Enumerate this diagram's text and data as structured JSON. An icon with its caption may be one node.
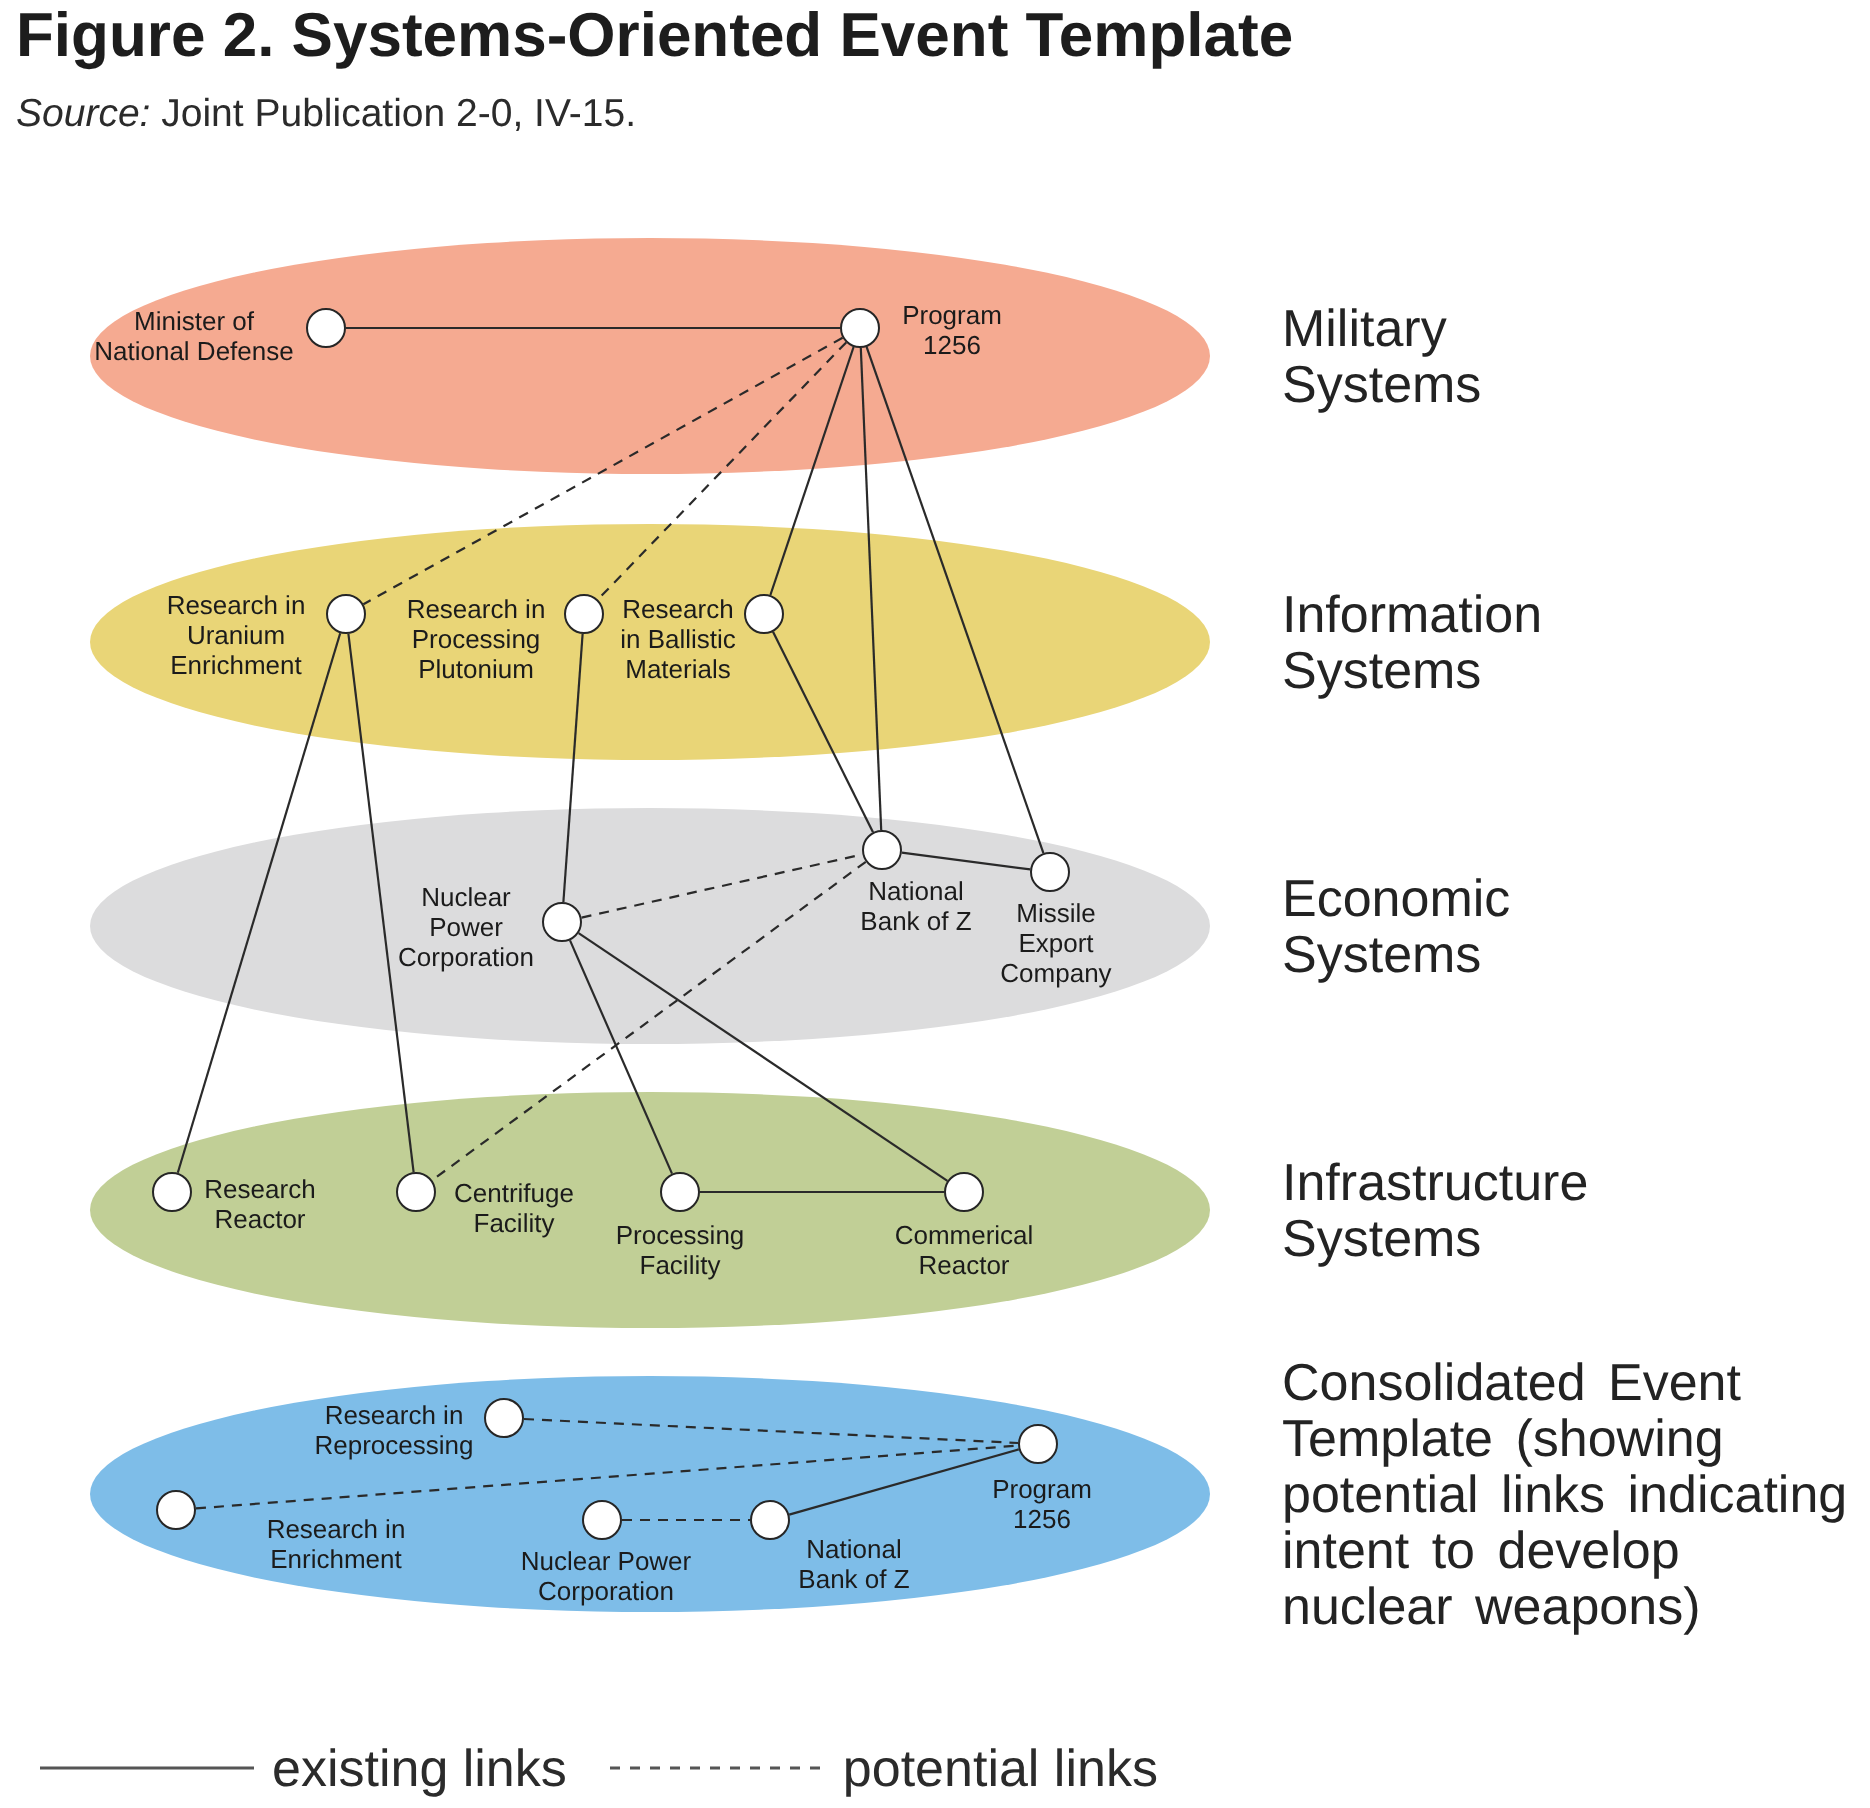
{
  "diagram": {
    "title": "Figure 2. Systems-Oriented Event Template",
    "caption": "*Source:* Joint Publication 2-0, IV-15.",
    "nodes": [
      {
        "text": [
          "Military Systems"
        ]
      },
      {
        "text": [],
        "shape": "circle",
        "beside": [
          "Minister of National Defense"
        ],
        "in": 0
      },
      {
        "text": [],
        "shape": "circle",
        "beside": [
          "Program 1256"
        ],
        "in": 0
      },
      {
        "text": [
          "Information Systems"
        ]
      },
      {
        "text": [],
        "shape": "circle",
        "beside": [
          "Research in Uranium Enrichment"
        ],
        "in": 3
      },
      {
        "text": [],
        "shape": "circle",
        "beside": [
          "Research in Processing Plutonium"
        ],
        "in": 3
      },
      {
        "text": [],
        "shape": "circle",
        "beside": [
          "Research in Ballistic Materials"
        ],
        "in": 3
      },
      {
        "text": [
          "Economic Systems"
        ]
      },
      {
        "text": [],
        "shape": "circle",
        "beside": [
          "Nuclear Power Corporation"
        ],
        "in": 7
      },
      {
        "text": [],
        "shape": "circle",
        "beside": [
          "National Bank of Z"
        ],
        "in": 7
      },
      {
        "text": [],
        "shape": "circle",
        "beside": [
          "Missile Export Company"
        ],
        "in": 7
      },
      {
        "text": [
          "Infrastructure Systems"
        ]
      },
      {
        "text": [],
        "shape": "circle",
        "beside": [
          "Research Reactor"
        ],
        "in": 11
      },
      {
        "text": [],
        "shape": "circle",
        "beside": [
          "Centrifuge Facility"
        ],
        "in": 11
      },
      {
        "text": [],
        "shape": "circle",
        "beside": [
          "Processing Facility"
        ],
        "in": 11
      },
      {
        "text": [],
        "shape": "circle",
        "beside": [
          "Commerical Reactor"
        ],
        "in": 11
      },
      {
        "text": [
          "Consolidated Event Template (showing potential links indicating intent to develop nuclear weapons)"
        ]
      },
      {
        "text": [],
        "shape": "circle",
        "beside": [
          "Research in Reprocessing"
        ],
        "in": 16
      },
      {
        "text": [],
        "shape": "circle",
        "beside": [
          "Research in Enrichment"
        ],
        "in": 16
      },
      {
        "text": [],
        "shape": "circle",
        "beside": [
          "Nuclear Power Corporation"
        ],
        "in": 16
      },
      {
        "text": [],
        "shape": "circle",
        "beside": [
          "National Bank of Z"
        ],
        "in": 16
      },
      {
        "text": [],
        "shape": "circle",
        "beside": [
          "Program 1256"
        ],
        "in": 16
      }
    ],
    "edges": [
      {
        "from": 1,
        "to": 2,
        "arrow": "none"
      },
      {
        "from": 2,
        "to": 4,
        "arrow": "none",
        "style": "dashed"
      },
      {
        "from": 2,
        "to": 5,
        "arrow": "none",
        "style": "dashed"
      },
      {
        "from": 2,
        "to": 6,
        "arrow": "none"
      },
      {
        "from": 2,
        "to": 9,
        "arrow": "none"
      },
      {
        "from": 2,
        "to": 10,
        "arrow": "none"
      },
      {
        "from": 4,
        "to": 12,
        "arrow": "none"
      },
      {
        "from": 4,
        "to": 13,
        "arrow": "none"
      },
      {
        "from": 5,
        "to": 8,
        "arrow": "none"
      },
      {
        "from": 6,
        "to": 9,
        "arrow": "none"
      },
      {
        "from": 8,
        "to": 9,
        "arrow": "none",
        "style": "dashed"
      },
      {
        "from": 9,
        "to": 10,
        "arrow": "none"
      },
      {
        "from": 9,
        "to": 13,
        "arrow": "none",
        "style": "dashed"
      },
      {
        "from": 8,
        "to": 14,
        "arrow": "none"
      },
      {
        "from": 8,
        "to": 15,
        "arrow": "none"
      },
      {
        "from": 14,
        "to": 15,
        "arrow": "none"
      },
      {
        "from": 17,
        "to": 21,
        "arrow": "none",
        "style": "dashed"
      },
      {
        "from": 18,
        "to": 21,
        "arrow": "none",
        "style": "dashed"
      },
      {
        "from": 19,
        "to": 20,
        "arrow": "none",
        "style": "dashed"
      },
      {
        "from": 20,
        "to": 21,
        "arrow": "none"
      }
    ],
    "legend": [
      {
        "text": "existing links"
      },
      {
        "text": "potential links"
      }
    ]
  }
}
